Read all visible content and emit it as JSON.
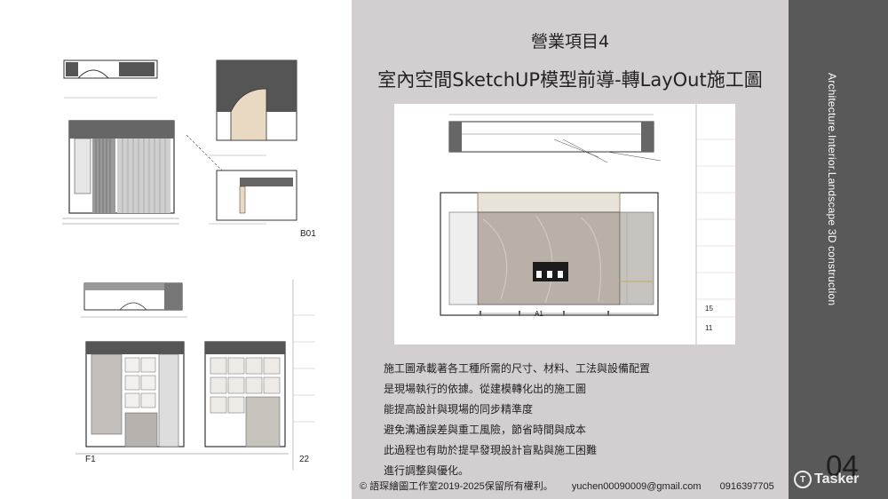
{
  "header": {
    "section": "營業項目4",
    "title": "室內空間SketchUP模型前導-轉LayOut施工圖"
  },
  "drawing_labels": {
    "top_sheet": "B01",
    "bottom_sheet_left": "F1",
    "bottom_sheet_right": "22",
    "main_sheet_a1": "A1",
    "main_sheet_number": "15",
    "main_sheet_page": "11"
  },
  "description": [
    "施工圖承載著各工種所需的尺寸、材料、工法與設備配置",
    "是現場執行的依據。從建模轉化出的施工圖",
    "能提高設計與現場的同步精準度",
    "避免溝通誤差與重工風險，節省時間與成本",
    "此過程也有助於提早發現設計盲點與施工困難",
    "進行調整與優化。"
  ],
  "footer": {
    "copyright": "© 語琛繪圖工作室2019-2025保留所有權利。",
    "email": "yuchen00090009@gmail.com",
    "phone": "0916397705"
  },
  "sidebar": {
    "vertical_text": "Architecture.Interior.Landscape 3D construction",
    "page_number": "04",
    "brand": "Tasker",
    "brand_icon": "tasker-logo-icon"
  },
  "colors": {
    "right_panel": "#d3cfd1",
    "side_strip": "#595959"
  }
}
